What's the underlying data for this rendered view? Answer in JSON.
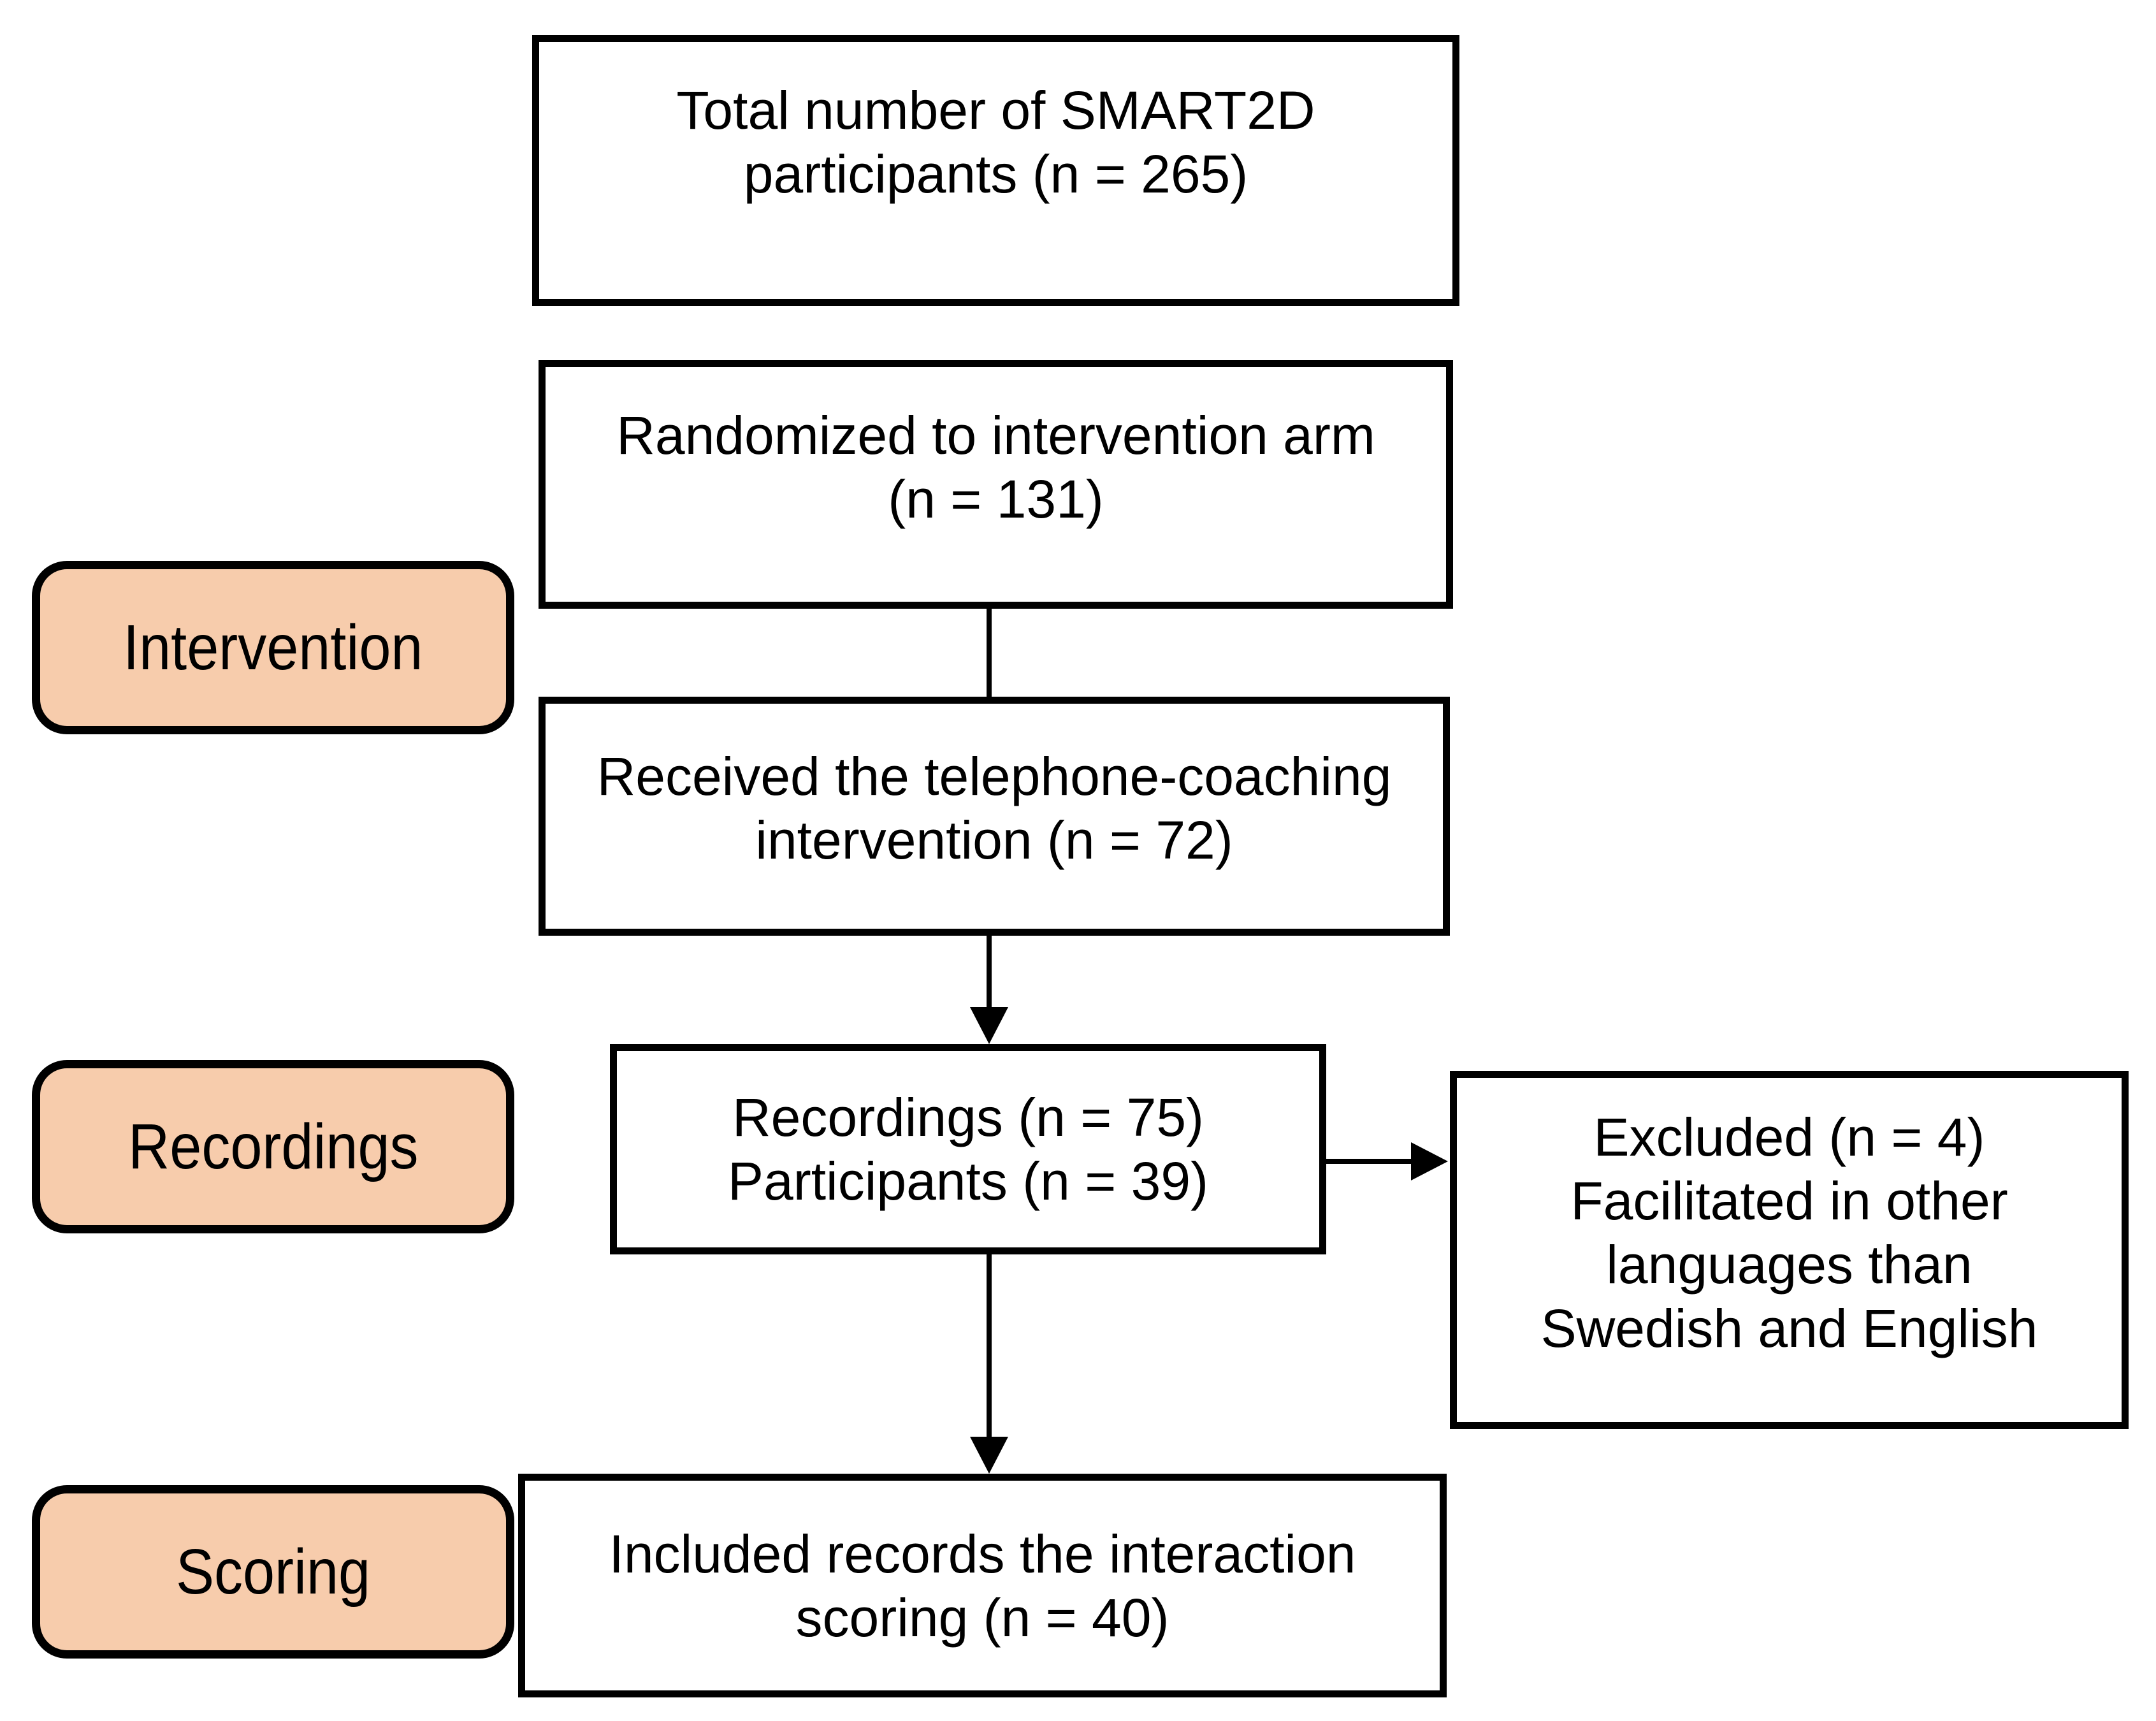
{
  "figure": {
    "background": "#ffffff",
    "stage_fill": "#F7CCAC",
    "line_color": "#000000",
    "text_color": "#000000"
  },
  "stage_labels": {
    "intervention": "Intervention",
    "recordings": "Recordings",
    "scoring": "Scoring"
  },
  "boxes": {
    "total": {
      "line1": "Total number of SMART2D",
      "line2": "participants (n = 265)"
    },
    "randomized": {
      "line1": "Randomized to intervention arm",
      "line2": "(n = 131)"
    },
    "received": {
      "line1": "Received the telephone-coaching",
      "line2": "intervention (n = 72)"
    },
    "recordings_counts": {
      "line1": "Recordings (n = 75)",
      "line2": "Participants (n = 39)"
    },
    "excluded": {
      "line1": "Excluded (n = 4)",
      "line2": "Facilitated in other",
      "line3": "languages than",
      "line4": "Swedish and English"
    },
    "included": {
      "line1": "Included records the interaction",
      "line2": "scoring (n = 40)"
    }
  },
  "counts": {
    "total_participants": 265,
    "randomized_intervention_arm": 131,
    "received_intervention": 72,
    "recordings": 75,
    "recording_participants": 39,
    "excluded": 4,
    "included_for_scoring": 40
  }
}
